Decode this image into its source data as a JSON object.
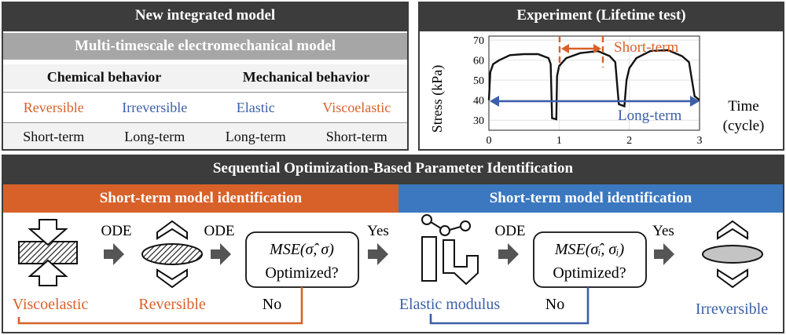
{
  "left_panel": {
    "title": "New integrated model",
    "subtitle": "Multi-timescale electromechanical model",
    "headers": [
      "Chemical behavior",
      "Mechanical behavior"
    ],
    "behaviors": [
      "Reversible",
      "Irreversible",
      "Elastic",
      "Viscoelastic"
    ],
    "timescales": [
      "Short-term",
      "Long-term",
      "Long-term",
      "Short-term"
    ],
    "colors": {
      "orange": "#d8612a",
      "blue": "#3b5fa8"
    }
  },
  "right_panel": {
    "title": "Experiment (Lifetime test)",
    "ylabel": "Stress (kPa)",
    "xlabel_1": "Time",
    "xlabel_2": "(cycle)",
    "short_term_label": "Short-term",
    "long_term_label": "Long-term"
  },
  "chart_data": {
    "type": "line",
    "title": "Experiment (Lifetime test)",
    "xlabel": "Time (cycle)",
    "ylabel": "Stress (kPa)",
    "xlim": [
      0,
      3
    ],
    "ylim": [
      25,
      72
    ],
    "xticks": [
      "0",
      "1",
      "2",
      "3"
    ],
    "yticks": [
      "30",
      "40",
      "50",
      "60",
      "70"
    ],
    "series": [
      {
        "values_xy": [
          [
            0.0,
            40
          ],
          [
            0.02,
            54
          ],
          [
            0.06,
            58
          ],
          [
            0.15,
            60
          ],
          [
            0.3,
            62.5
          ],
          [
            0.5,
            63
          ],
          [
            0.7,
            63
          ],
          [
            0.85,
            61
          ],
          [
            0.88,
            58
          ],
          [
            0.9,
            31
          ],
          [
            0.96,
            30.5
          ],
          [
            0.97,
            52
          ],
          [
            1.0,
            57
          ],
          [
            1.1,
            61
          ],
          [
            1.3,
            63.5
          ],
          [
            1.55,
            64.5
          ],
          [
            1.72,
            62
          ],
          [
            1.8,
            59
          ],
          [
            1.85,
            38
          ],
          [
            1.93,
            37
          ],
          [
            1.96,
            50
          ],
          [
            2.0,
            56
          ],
          [
            2.1,
            61
          ],
          [
            2.3,
            64.5
          ],
          [
            2.55,
            65
          ],
          [
            2.75,
            62
          ],
          [
            2.85,
            59
          ],
          [
            2.93,
            42
          ],
          [
            3.0,
            40
          ]
        ]
      }
    ]
  },
  "bottom_panel": {
    "title": "Sequential Optimization-Based Parameter Identification",
    "left_header": "Short-term model identification",
    "right_header": "Short-term model identification",
    "ode_label": "ODE",
    "yes_label": "Yes",
    "no_label": "No",
    "box_1_line_1": "MSE(σ̂, σ)",
    "box_1_line_2": "Optimized?",
    "box_2_line_1": "MSE(σ̂ᵢ, σᵢ)",
    "box_2_line_2": "Optimized?",
    "label_viscoelastic": "Viscoelastic",
    "label_reversible": "Reversible",
    "label_elastic_modulus": "Elastic modulus",
    "label_irreversible": "Irreversible"
  }
}
